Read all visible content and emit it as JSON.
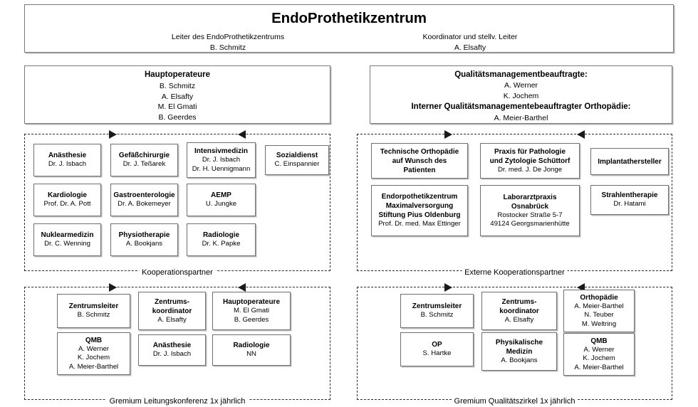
{
  "header": {
    "title": "EndoProthetikzentrum",
    "left_role": "Leiter des EndoProthetikzentrums",
    "left_name": "B. Schmitz",
    "right_role": "Koordinator und stellv. Leiter",
    "right_name": "A. Elsafty"
  },
  "hauptoperateure": {
    "title": "Hauptoperateure",
    "names": [
      "B. Schmitz",
      "A. Elsafty",
      "M. El Gmati",
      "B. Geerdes"
    ]
  },
  "qualitaetsmanagement": {
    "title": "Qualitätsmanagementbeauftragte:",
    "names": [
      "A. Werner",
      "K. Jochem"
    ],
    "subtitle": "Interner Qualitätsmanagementebeauftragter Orthopädie:",
    "sub_name": "A. Meier-Barthel"
  },
  "kooperationspartner": {
    "label": "Kooperationspartner",
    "cells": [
      {
        "title": "Anästhesie",
        "lines": [
          "Dr. J. Isbach"
        ]
      },
      {
        "title": "Gefäßchirurgie",
        "lines": [
          "Dr. J. Teßarek"
        ]
      },
      {
        "title": "Intensivmedizin",
        "lines": [
          "Dr. J. Isbach",
          "Dr. H. Uennigmann"
        ]
      },
      {
        "title": "Sozialdienst",
        "lines": [
          "C. Einspannier"
        ]
      },
      {
        "title": "Kardiologie",
        "lines": [
          "Prof. Dr. A. Pott"
        ]
      },
      {
        "title": "Gastroenterologie",
        "lines": [
          "Dr. A. Bokemeyer"
        ]
      },
      {
        "title": "AEMP",
        "lines": [
          "U. Jungke"
        ]
      },
      {
        "title": "Nuklearmedizin",
        "lines": [
          "Dr. C. Wenning"
        ]
      },
      {
        "title": "Physiotherapie",
        "lines": [
          "A. Bookjans"
        ]
      },
      {
        "title": "Radiologie",
        "lines": [
          "Dr. K. Papke"
        ]
      }
    ]
  },
  "externe_kooperationspartner": {
    "label": "Externe Kooperationspartner",
    "cells": [
      {
        "title": "Technische Orthopädie\nauf Wunsch des\nPatienten",
        "lines": []
      },
      {
        "title": "Praxis für Pathologie\nund Zytologie Schüttorf",
        "lines": [
          "Dr. med. J. De Jonge"
        ]
      },
      {
        "title": "Implantathersteller",
        "lines": []
      },
      {
        "title": "Endorpothetikzentrum\nMaximalversorgung\nStiftung Pius Oldenburg",
        "lines": [
          "Prof. Dr. med. Max Ettinger"
        ]
      },
      {
        "title": "Laborarztpraxis\nOsnabrück",
        "lines": [
          "Rostocker Straße 5-7",
          "49124 Georgsmarienhütte"
        ]
      },
      {
        "title": "Strahlentherapie",
        "lines": [
          "Dr. Hatami"
        ]
      }
    ]
  },
  "gremium_leitungskonferenz": {
    "label": "Gremium Leitungskonferenz 1x jährlich",
    "cells": [
      {
        "title": "Zentrumsleiter",
        "lines": [
          "B. Schmitz"
        ]
      },
      {
        "title": "Zentrums-\nkoordinator",
        "lines": [
          "A. Elsafty"
        ]
      },
      {
        "title": "Hauptoperateure",
        "lines": [
          "M. El Gmati",
          "B. Geerdes"
        ]
      },
      {
        "title": "QMB",
        "lines": [
          "A. Werner",
          "K. Jochem",
          "A. Meier-Barthel"
        ]
      },
      {
        "title": "Anästhesie",
        "lines": [
          "Dr. J. Isbach"
        ]
      },
      {
        "title": "Radiologie",
        "lines": [
          "NN"
        ]
      }
    ]
  },
  "gremium_qualitaetszirkel": {
    "label": "Gremium Qualitätszirkel 1x jährlich",
    "cells": [
      {
        "title": "Zentrumsleiter",
        "lines": [
          "B. Schmitz"
        ]
      },
      {
        "title": "Zentrums-\nkoordinator",
        "lines": [
          "A. Elsafty"
        ]
      },
      {
        "title": "Orthopädie",
        "lines": [
          "A. Meier-Barthel",
          "N. Teuber",
          "M. Weltring"
        ]
      },
      {
        "title": "OP",
        "lines": [
          "S. Hartke"
        ]
      },
      {
        "title": "Physikalische\nMedizin",
        "lines": [
          "A. Bookjans"
        ]
      },
      {
        "title": "QMB",
        "lines": [
          "A. Werner",
          "K. Jochem",
          "A. Meier-Barthel"
        ]
      }
    ]
  },
  "colors": {
    "box_border": "#7a7a7a",
    "dashed_border": "#2b2b2b",
    "background": "#ffffff",
    "text": "#000000"
  }
}
